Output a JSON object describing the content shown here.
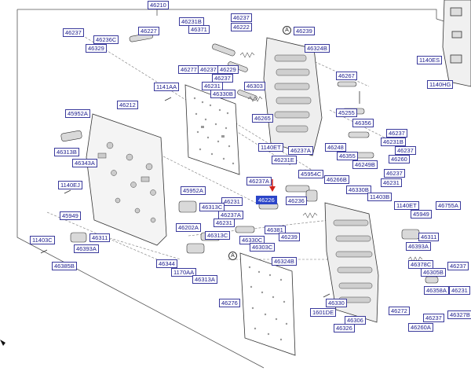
{
  "diagram": {
    "top_assembly": "46210",
    "marker": "A",
    "highlight": "46226",
    "parts": [
      "46237",
      "46236C",
      "46329",
      "46227",
      "46231B",
      "46371",
      "46237",
      "46222",
      "46239",
      "46324B",
      "1140ES",
      "1140HG",
      "46277",
      "46237",
      "46229",
      "46237",
      "46231",
      "46303",
      "46330B",
      "1141AA",
      "46267",
      "46212",
      "46265",
      "45952A",
      "45255",
      "46356",
      "46237",
      "46231B",
      "46237",
      "46260",
      "46313B",
      "46343A",
      "1140ET",
      "46237A",
      "46231E",
      "46248",
      "46355",
      "46249B",
      "1140EJ",
      "46237A",
      "45954C",
      "46266B",
      "46237",
      "46231",
      "46330B",
      "45949",
      "45952A",
      "46231",
      "46313C",
      "46226",
      "46236",
      "11403B",
      "1140ET",
      "46755A",
      "45949",
      "46237A",
      "46231",
      "46202A",
      "46381",
      "46239",
      "46311",
      "46313C",
      "46330C",
      "46303C",
      "11403C",
      "46393A",
      "46324B",
      "46344",
      "46393A",
      "46311",
      "46385B",
      "1170AA",
      "46313A",
      "46378C",
      "46237",
      "46305B",
      "46276",
      "46358A",
      "46231",
      "46330",
      "1601DE",
      "46306",
      "46272",
      "46237",
      "46327B",
      "46326",
      "46260A"
    ]
  }
}
